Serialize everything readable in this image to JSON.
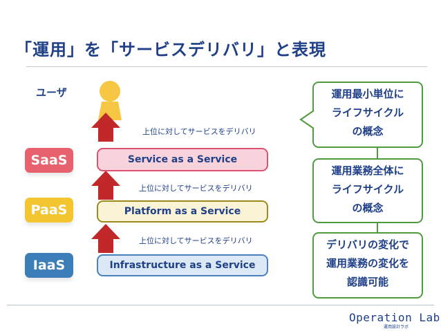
{
  "title": "「運用」を「サービスデリバリ」と表現",
  "user_label": "ユーザ",
  "layers": [
    {
      "badge": "SaaS",
      "label": "Service as a Service",
      "badge_color": "#e8626e",
      "fill": "#f9d3dc",
      "border": "#dc5070"
    },
    {
      "badge": "PaaS",
      "label": "Platform as a Service",
      "badge_color": "#f3c52f",
      "fill": "#fbf3d6",
      "border": "#9c8a1c"
    },
    {
      "badge": "IaaS",
      "label": "Infrastructure as a Service",
      "badge_color": "#3c7fb8",
      "fill": "#dbe8f5",
      "border": "#4a80c0"
    }
  ],
  "delivery_labels": [
    "上位に対してサービスをデリバリ",
    "上位に対してサービスをデリバリ",
    "上位に対してサービスをデリバリ"
  ],
  "notes": [
    {
      "lines": [
        "運用最小単位に",
        "ライフサイクル",
        "の概念"
      ]
    },
    {
      "lines": [
        "運用業務全体に",
        "ライフサイクル",
        "の概念"
      ]
    },
    {
      "lines": [
        "デリバリの変化で",
        "運用業務の変化を",
        "認識可能"
      ]
    }
  ],
  "brand": {
    "name": "Operation Lab",
    "subtitle": "運用設計ラボ"
  },
  "colors": {
    "text_blue": "#1f3f88",
    "arrow_red": "#c0282a",
    "user_yellow": "#f7c744",
    "note_green": "#4f9a3d"
  }
}
